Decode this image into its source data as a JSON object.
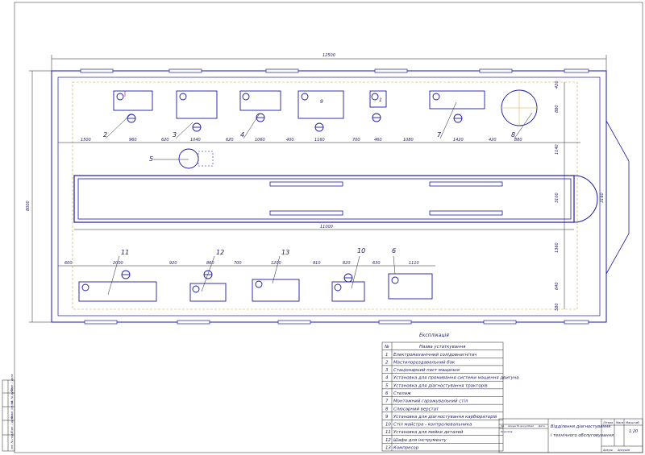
{
  "overall": {
    "length": "12500",
    "width": "8000",
    "inner_length": "11000",
    "bay": "3100"
  },
  "top_row_dims": [
    "1500",
    "960",
    "620",
    "1040",
    "620",
    "1060",
    "400",
    "1160",
    "700",
    "460",
    "1080",
    "1420",
    "420",
    "880"
  ],
  "bottom_row_dims": [
    "600",
    "2000",
    "920",
    "860",
    "700",
    "1200",
    "910",
    "820",
    "630",
    "1110"
  ],
  "right_dims": [
    "420",
    "880",
    "1140",
    "3100",
    "1360",
    "640",
    "580"
  ],
  "equipment_numbers": [
    "2",
    "3",
    "4",
    "9",
    "1",
    "7",
    "8",
    "5",
    "11",
    "12",
    "13",
    "10",
    "6"
  ],
  "legend": {
    "title": "Експлікація",
    "header_no": "№",
    "header_name": "Назва устаткування",
    "items": [
      {
        "no": "1",
        "name": "Електромеханічний солідовнагнітач"
      },
      {
        "no": "2",
        "name": "Мастилороздавальний бак"
      },
      {
        "no": "3",
        "name": "Стаціонарний пост мащення"
      },
      {
        "no": "4",
        "name": "Установка для промивання системи мащення двигуна"
      },
      {
        "no": "5",
        "name": "Установка для діагностування тракторів"
      },
      {
        "no": "6",
        "name": "Стелаж"
      },
      {
        "no": "7",
        "name": "Монтажний гаражувальний стіл"
      },
      {
        "no": "8",
        "name": "Слюсарний верстат"
      },
      {
        "no": "9",
        "name": "Установка для діагностування карбюраторів"
      },
      {
        "no": "10",
        "name": "Стіл майстра - контролювальника"
      },
      {
        "no": "11",
        "name": "Установка для мийки деталей"
      },
      {
        "no": "12",
        "name": "Шафа для інструменту"
      },
      {
        "no": "13",
        "name": "Компресор"
      }
    ]
  },
  "title_block": {
    "title_line1": "Відділення діагностування",
    "title_line2": "і технічного обслуговування",
    "scale_header": "Масштаб",
    "mass_header": "Маса",
    "lit_header": "Літера",
    "scale": "1:20",
    "sheet": "Аркуш",
    "sheets": "Аркушів",
    "col_headers": [
      "Зм",
      "Аркуш",
      "№ докум",
      "Підп",
      "Дата"
    ],
    "role": "Розробив"
  },
  "left_strip": [
    "Підп. і дата",
    "Інв. № дубл.",
    "Взам. інв. №",
    "Підп. і дата",
    "Інв. № подл."
  ]
}
